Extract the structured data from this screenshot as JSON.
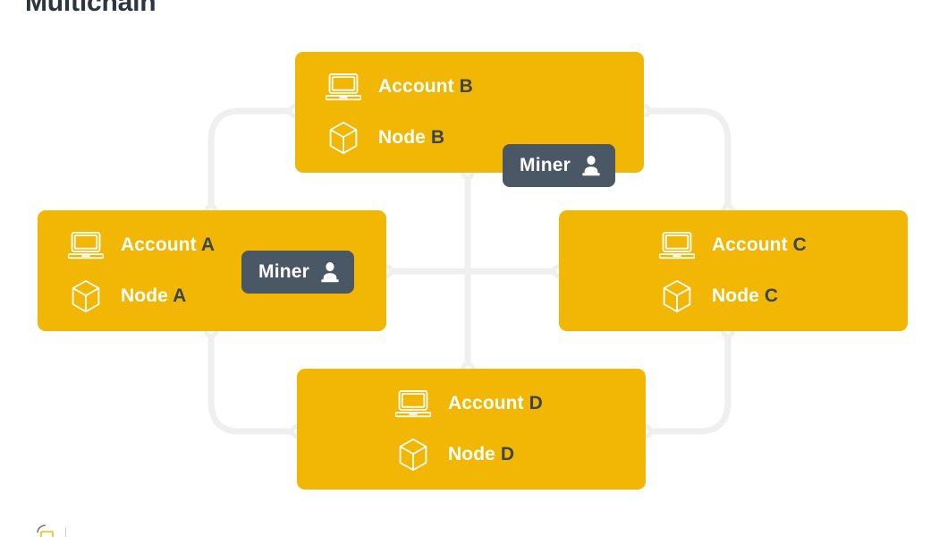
{
  "page": {
    "title": "Multichain",
    "background_color": "#ffffff"
  },
  "theme": {
    "node_fill": "#f2b705",
    "badge_fill": "#4a5764",
    "connector_color": "#efefef",
    "label_color": "#ffffff",
    "id_color": "#3b4650",
    "title_color": "#2c3640"
  },
  "diagram": {
    "type": "network-topology",
    "layout": "diamond",
    "nodes": [
      {
        "key": "A",
        "position": "left",
        "account_label": "Account",
        "account_id": "A",
        "node_label": "Node",
        "node_id": "A",
        "account_icon": "laptop-icon",
        "node_icon": "cube-icon",
        "has_miner": true,
        "miner_label": "Miner",
        "miner_icon": "miner-person-icon"
      },
      {
        "key": "B",
        "position": "top",
        "account_label": "Account",
        "account_id": "B",
        "node_label": "Node",
        "node_id": "B",
        "account_icon": "laptop-icon",
        "node_icon": "cube-icon",
        "has_miner": true,
        "miner_label": "Miner",
        "miner_icon": "miner-person-icon"
      },
      {
        "key": "C",
        "position": "right",
        "account_label": "Account",
        "account_id": "C",
        "node_label": "Node",
        "node_id": "C",
        "account_icon": "laptop-icon",
        "node_icon": "cube-icon",
        "has_miner": false,
        "miner_label": "",
        "miner_icon": ""
      },
      {
        "key": "D",
        "position": "bottom",
        "account_label": "Account",
        "account_id": "D",
        "node_label": "Node",
        "node_id": "D",
        "account_icon": "laptop-icon",
        "node_icon": "cube-icon",
        "has_miner": false,
        "miner_label": "",
        "miner_icon": ""
      }
    ],
    "connections": [
      {
        "from": "B",
        "to": "A",
        "style": "curve"
      },
      {
        "from": "B",
        "to": "C",
        "style": "curve"
      },
      {
        "from": "A",
        "to": "D",
        "style": "curve"
      },
      {
        "from": "C",
        "to": "D",
        "style": "curve"
      },
      {
        "from": "B",
        "to": "D",
        "style": "straight-vertical"
      },
      {
        "from": "A",
        "to": "C",
        "style": "straight-horizontal"
      }
    ]
  },
  "footer": {
    "brand_text": "",
    "note": ""
  }
}
